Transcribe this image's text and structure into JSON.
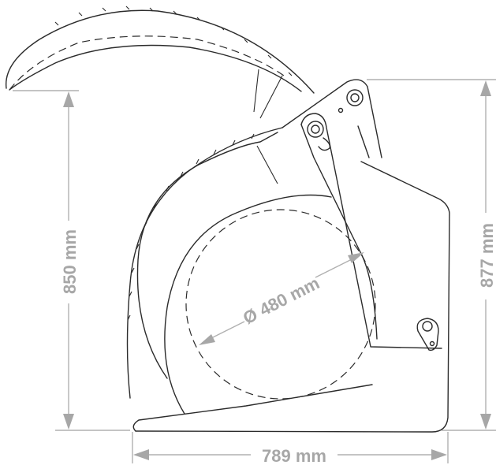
{
  "dimensions": {
    "height_left": "850 mm",
    "height_right": "877 mm",
    "width_bottom": "789 mm",
    "diameter": "Ø 480 mm"
  },
  "colors": {
    "outline": "#2b2b2b",
    "dimension": "#a7a7a7"
  }
}
